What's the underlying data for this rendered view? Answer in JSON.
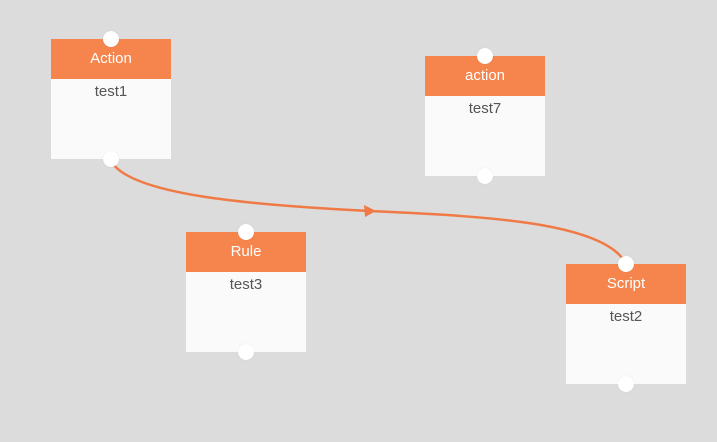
{
  "colors": {
    "header": "#f5854d",
    "connector": "#f07a45",
    "canvas": "#dcdcdc"
  },
  "nodes": [
    {
      "type": "Action",
      "name": "test1"
    },
    {
      "type": "action",
      "name": "test7"
    },
    {
      "type": "Rule",
      "name": "test3"
    },
    {
      "type": "Script",
      "name": "test2"
    }
  ]
}
